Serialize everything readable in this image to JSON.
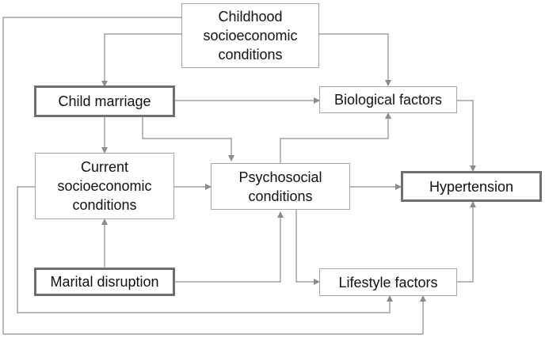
{
  "nodes": {
    "childhood_ses": "Childhood\nsocioeconomic\nconditions",
    "child_marriage": "Child marriage",
    "biological": "Biological factors",
    "current_ses": "Current\nsocioeconomic\nconditions",
    "psychosocial": "Psychosocial\nconditions",
    "hypertension": "Hypertension",
    "marital_disruption": "Marital disruption",
    "lifestyle": "Lifestyle factors"
  },
  "edges": [
    {
      "from": "Childhood socioeconomic conditions",
      "to": "Child marriage"
    },
    {
      "from": "Childhood socioeconomic conditions",
      "to": "Biological factors"
    },
    {
      "from": "Childhood socioeconomic conditions",
      "to": "Lifestyle factors"
    },
    {
      "from": "Child marriage",
      "to": "Biological factors"
    },
    {
      "from": "Child marriage",
      "to": "Current socioeconomic conditions"
    },
    {
      "from": "Child marriage",
      "to": "Psychosocial conditions"
    },
    {
      "from": "Current socioeconomic conditions",
      "to": "Psychosocial conditions"
    },
    {
      "from": "Current socioeconomic conditions",
      "to": "Lifestyle factors"
    },
    {
      "from": "Psychosocial conditions",
      "to": "Hypertension"
    },
    {
      "from": "Psychosocial conditions",
      "to": "Biological factors"
    },
    {
      "from": "Psychosocial conditions",
      "to": "Lifestyle factors"
    },
    {
      "from": "Biological factors",
      "to": "Hypertension"
    },
    {
      "from": "Lifestyle factors",
      "to": "Hypertension"
    },
    {
      "from": "Marital disruption",
      "to": "Current socioeconomic conditions"
    },
    {
      "from": "Marital disruption",
      "to": "Psychosocial conditions"
    }
  ],
  "colors": {
    "line": "#8c8c8c",
    "box_border": "#a6a6a6",
    "bold_border": "#6f6f6f"
  }
}
